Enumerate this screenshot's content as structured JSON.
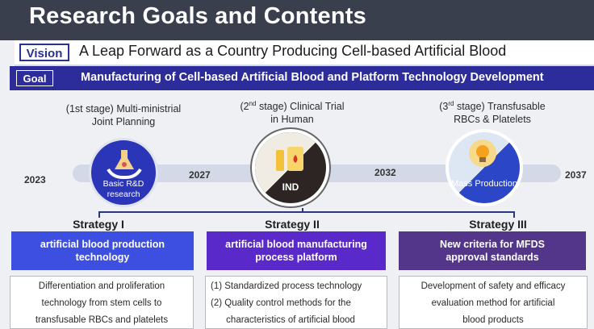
{
  "slide": {
    "title": "Research Goals and Contents",
    "vision": {
      "label": "Vision",
      "text": "A Leap Forward as a Country Producing Cell-based Artificial Blood"
    },
    "goal": {
      "label": "Goal",
      "text": "Manufacturing of Cell-based Artificial Blood and Platform Technology Development"
    }
  },
  "stages": [
    {
      "line1": "(1st stage) Multi-ministrial",
      "line2": "Joint Planning"
    },
    {
      "ordinal": "2",
      "sup": "nd",
      "line1_rest": " stage) Clinical Trial",
      "line2": "in Human"
    },
    {
      "ordinal": "3",
      "sup": "rd",
      "line1_rest": " stage) Transfusable",
      "line2": "RBCs & Platelets"
    }
  ],
  "timeline": {
    "years": [
      "2023",
      "2027",
      "2032",
      "2037"
    ]
  },
  "milestones": [
    {
      "line1": "Basic R&D",
      "line2": "research",
      "icon": "science-hands-icon"
    },
    {
      "label": "IND",
      "icon": "blood-bag-icon"
    },
    {
      "label": "Mass Production",
      "icon": "lightbulb-icon"
    }
  ],
  "strategies": [
    {
      "title": "Strategy I",
      "line1": "artificial blood production",
      "line2": "technology",
      "desc": [
        "Differentiation and proliferation",
        "technology from stem cells to",
        "transfusable RBCs and platelets"
      ]
    },
    {
      "title": "Strategy II",
      "line1": "artificial blood manufacturing",
      "line2": "process platform",
      "desc": [
        "(1) Standardized process technology",
        "(2) Quality control methods for the",
        "      characteristics of artificial blood"
      ]
    },
    {
      "title": "Strategy III",
      "line1": "New criteria for MFDS",
      "line2": "approval standards",
      "desc": [
        "Development of safety and efficacy",
        "evaluation method for artificial",
        "blood products"
      ]
    }
  ],
  "colors": {
    "header": "#3a3f4e",
    "goal_bar": "#2c2c9a",
    "strategy1": "#3d4fe0",
    "strategy2": "#5a29c9",
    "strategy3": "#53368a"
  }
}
